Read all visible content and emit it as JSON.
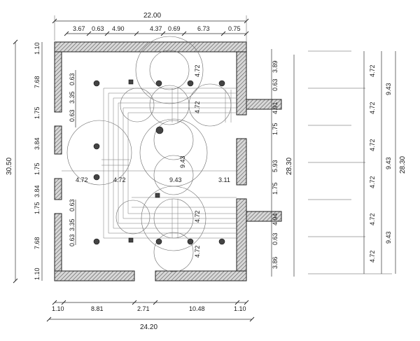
{
  "top_dims": {
    "overall": "22.00",
    "segments": [
      "3.67",
      "0.63",
      "4.90",
      "4.37",
      "0.69",
      "6.73",
      "0.75"
    ]
  },
  "bottom_dims": {
    "overall": "24.20",
    "segments": [
      "1.10",
      "8.81",
      "2.71",
      "10.48",
      "1.10"
    ]
  },
  "left_dims": {
    "overall": "30.50",
    "outer": [
      "1.10",
      "7.68",
      "1.75",
      "3.84",
      "1.75",
      "3.84",
      "1.75",
      "7.68",
      "1.10"
    ],
    "inner": [
      "0.63",
      "3.35",
      "0.63",
      "0.63",
      "3.35",
      "0.63"
    ]
  },
  "right_dims": {
    "overall": "28.30",
    "outer": [
      "3.89",
      "0.63",
      "4.91",
      "1.75",
      "5.93",
      "1.75",
      "4.94",
      "0.63",
      "3.86"
    ]
  },
  "interior_labels": {
    "top_vertical": [
      "4.72",
      "4.72"
    ],
    "bottom_vertical": [
      "4.72",
      "4.72"
    ],
    "center_vertical": "9.43",
    "center_row": [
      "4.72",
      "4.72",
      "9.43",
      "3.11"
    ]
  },
  "side_scale": {
    "inner": [
      "4.72",
      "4.72",
      "4.72",
      "4.72",
      "4.72",
      "4.72"
    ],
    "mid": [
      "9.43",
      "9.43",
      "9.43"
    ],
    "overall": "28.30"
  }
}
